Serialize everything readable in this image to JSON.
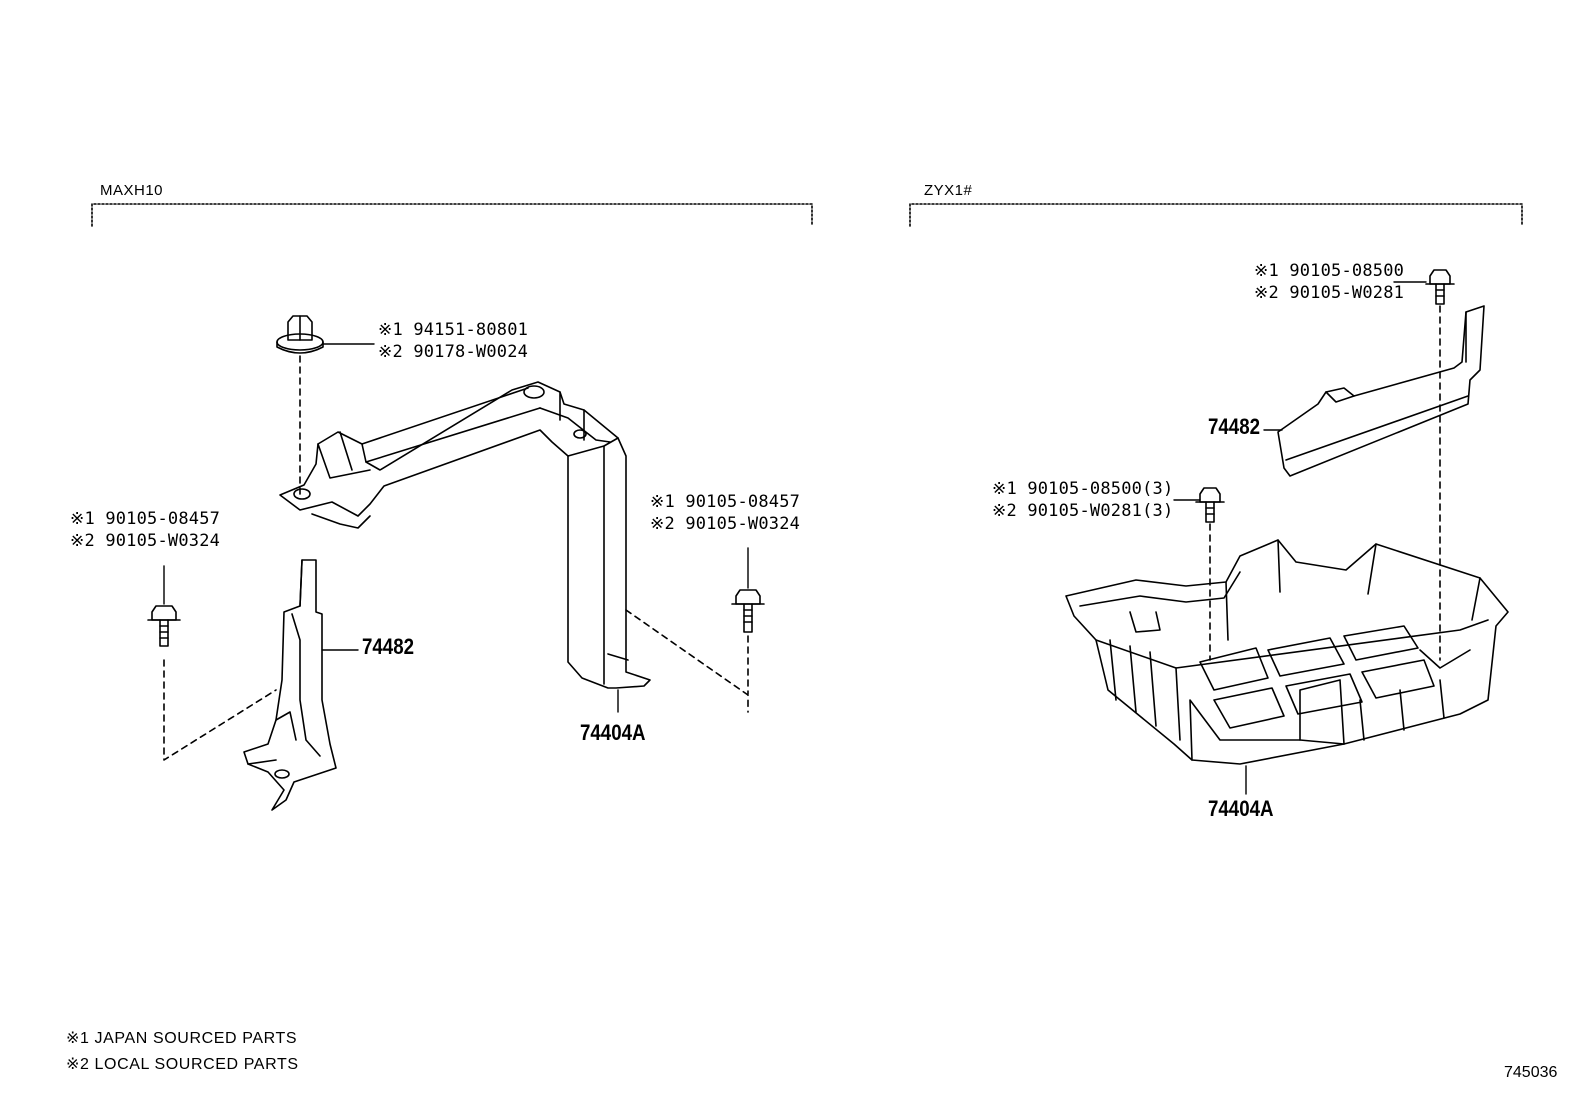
{
  "groups": [
    {
      "title": "MAXH10"
    },
    {
      "title": "ZYX1#"
    }
  ],
  "callouts": {
    "maxh_nut": [
      "※1  94151-80801",
      "※2  90178-W0024"
    ],
    "maxh_bolt_left": [
      "※1  90105-08457",
      "※2  90105-W0324"
    ],
    "maxh_bolt_right": [
      "※1  90105-08457",
      "※2  90105-W0324"
    ],
    "zyx_bolt_top": [
      "※1  90105-08500",
      "※2  90105-W0281"
    ],
    "zyx_bolt_mid": [
      "※1  90105-08500(3)",
      "※2  90105-W0281(3)"
    ]
  },
  "parts": {
    "maxh_bracket": "74482",
    "maxh_clamp": "74404A",
    "zyx_bracket": "74482",
    "zyx_tray": "74404A"
  },
  "legend": [
    "※1  JAPAN SOURCED PARTS",
    "※2  LOCAL SOURCED PARTS"
  ],
  "illustration_id": "745036"
}
